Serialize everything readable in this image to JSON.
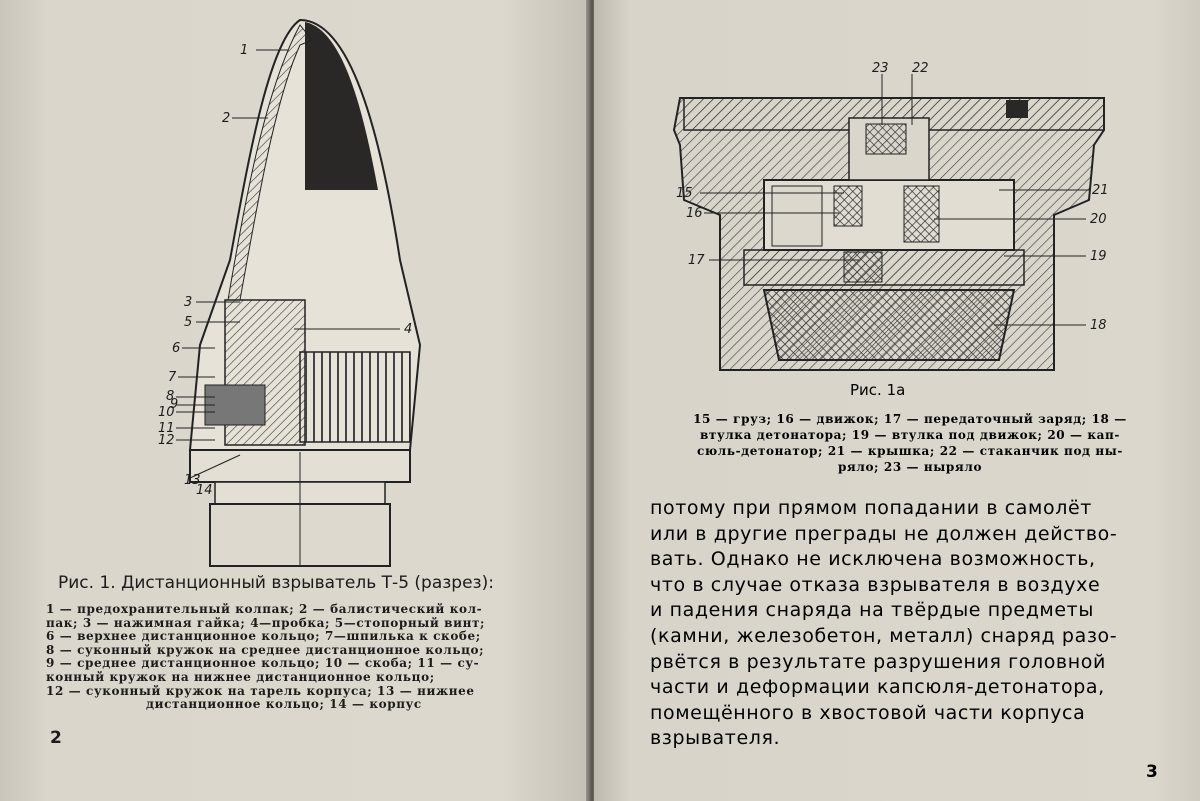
{
  "left_page": {
    "figure1": {
      "caption": "Рис. 1. Дистанционный взрыватель Т-5 (разрез):",
      "labels": [
        "1",
        "2",
        "3",
        "5",
        "6",
        "7",
        "8",
        "9",
        "10",
        "11",
        "12",
        "13",
        "14",
        "4"
      ],
      "legend_lines": [
        "1 — предохранительный колпак; 2 — балистический кол-",
        "пак; 3 — нажимная гайка; 4—пробка; 5—стопорный винт;",
        "6 — верхнее дистанционное кольцо; 7—шпилька к скобе;",
        "8 — суконный кружок на среднее дистанционное кольцо;",
        "9 — среднее дистанционное кольцо; 10 — скоба; 11 — су-",
        "конный кружок на нижнее дистанционное кольцо;",
        "12 — суконный кружок на тарель корпуса; 13 — нижнее",
        "дистанционное кольцо; 14 — корпус"
      ]
    },
    "page_number": "2"
  },
  "right_page": {
    "figure1a": {
      "caption": "Рис. 1а",
      "labels": [
        "23",
        "22",
        "15",
        "16",
        "17",
        "21",
        "20",
        "19",
        "18"
      ],
      "legend_lines": [
        "15 — груз; 16 — движок; 17 — передаточный заряд; 18 —",
        "втулка детонатора; 19 — втулка под движок; 20 — кап-",
        "сюль-детонатор; 21 — крышка; 22 — стаканчик под ны-",
        "ряло; 23 — ныряло"
      ]
    },
    "body_lines": [
      "потому при прямом попадании в самолёт",
      "или в другие преграды не должен действо-",
      "вать. Однако не исключена возможность,",
      "что в случае отказа взрывателя в воздухе",
      "и падения снаряда на твёрдые предметы",
      "(камни, железобетон, металл) снаряд разо-",
      "рвётся в результате разрушения головной",
      "части и деформации капсюля-детонатора,",
      "помещённого в хвостовой части корпуса",
      "взрывателя."
    ],
    "page_number": "3"
  }
}
